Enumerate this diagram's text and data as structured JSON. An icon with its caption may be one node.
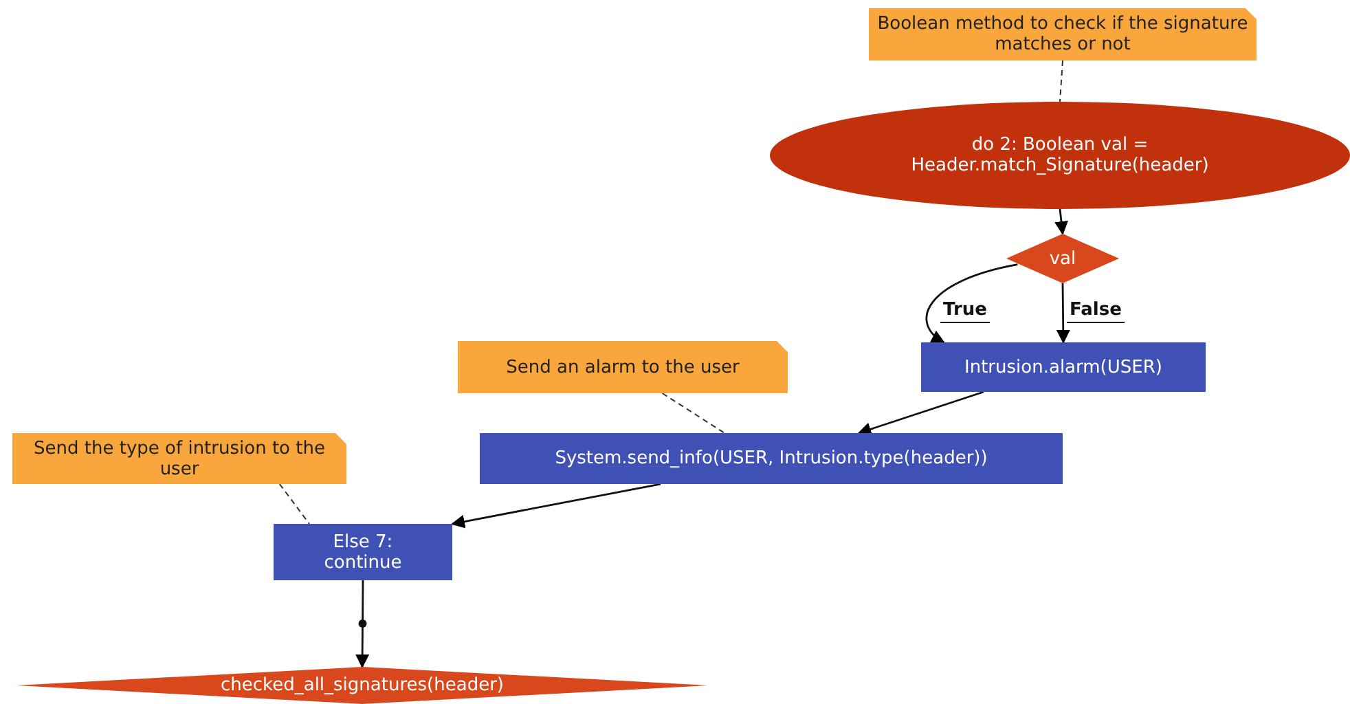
{
  "diagram": {
    "nodes": [
      {
        "text": [
          "Boolean method to check if the signature matches or not"
        ]
      },
      {
        "text": [
          "do 2: Boolean val = Header.match_Signature(header)"
        ]
      },
      {
        "text": [
          "val"
        ]
      },
      {
        "text": [
          "Intrusion.alarm(USER)"
        ]
      },
      {
        "text": [
          "Send an alarm to the user"
        ]
      },
      {
        "text": [
          "System.send_info(USER, Intrusion.type(header))"
        ]
      },
      {
        "text": [
          "Send the type of intrusion to the user"
        ]
      },
      {
        "text": [
          "Else 7: continue"
        ]
      },
      {
        "text": [
          "checked_all_signatures(header)"
        ]
      }
    ],
    "edges": [
      {
        "from": 0,
        "to": 1,
        "arrow": "none",
        "style": "dashed"
      },
      {
        "from": 1,
        "to": 2,
        "arrow": "to"
      },
      {
        "from": 2,
        "to": 3,
        "arrow": "to",
        "label": "True"
      },
      {
        "from": 2,
        "to": 3,
        "arrow": "to",
        "label": "False"
      },
      {
        "from": 4,
        "to": 5,
        "arrow": "none",
        "style": "dashed"
      },
      {
        "from": 3,
        "to": 5,
        "arrow": "to"
      },
      {
        "from": 6,
        "to": 7,
        "arrow": "none",
        "style": "dashed"
      },
      {
        "from": 5,
        "to": 7,
        "arrow": "to"
      },
      {
        "from": 7,
        "to": 8,
        "arrow": "to"
      }
    ]
  }
}
